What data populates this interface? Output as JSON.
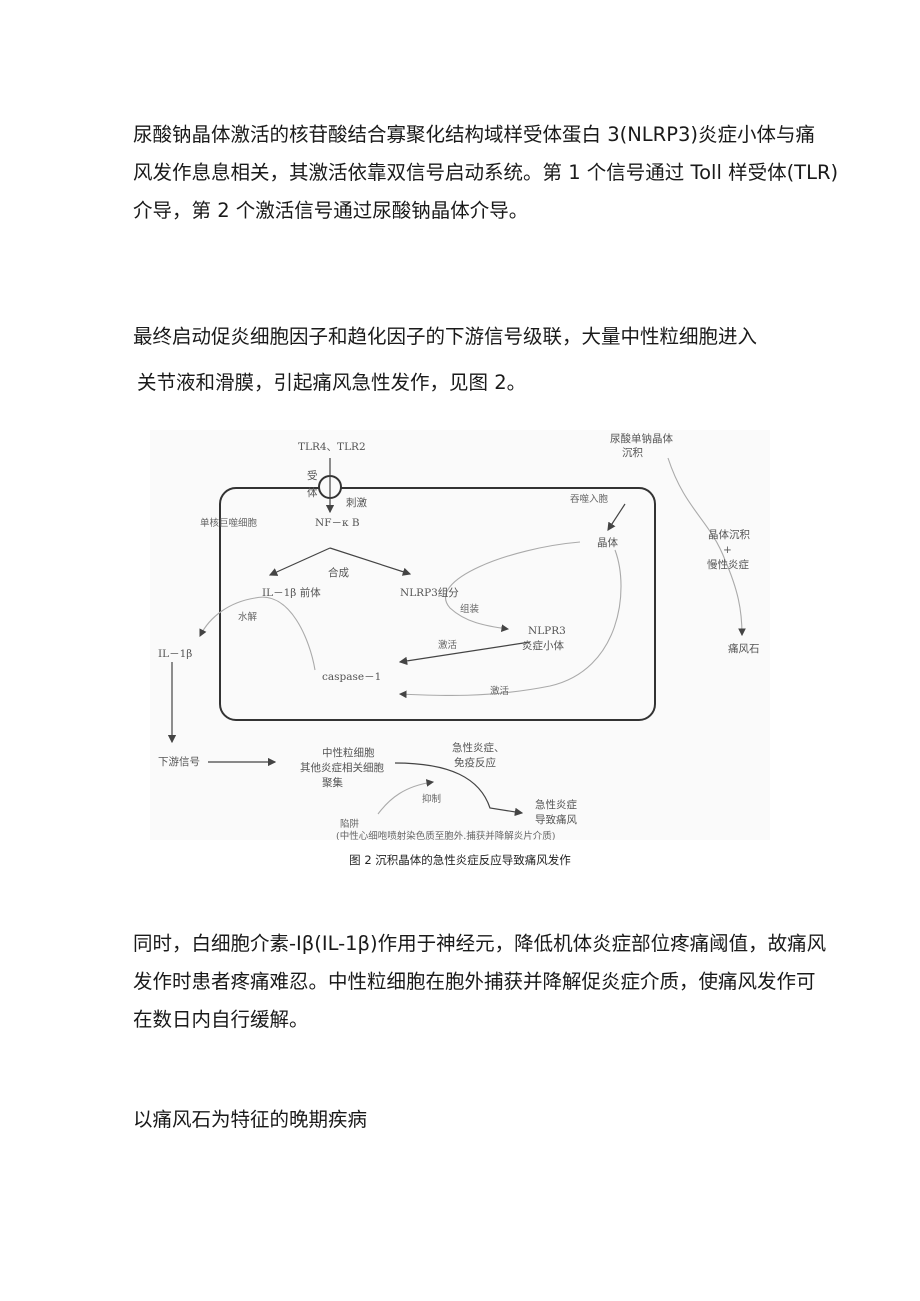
{
  "paragraph1": {
    "lines": [
      "尿酸钠晶体激活的核苷酸结合寡聚化结构域样受体蛋白 3(NLRP3)炎症小体与痛",
      "风发作息息相关，其激活依靠双信号启动系统。第 1 个信号通过 Toll 样受体(TLR)",
      "介导，第 2 个激活信号通过尿酸钠晶体介导。"
    ]
  },
  "paragraph2": {
    "lines": [
      "最终启动促炎细胞因子和趋化因子的下游信号级联，大量中性粒细胞进入",
      "关节液和滑膜，引起痛风急性发作，见图 2。"
    ]
  },
  "figure": {
    "labels": {
      "tlr": "TLR4、TLR2",
      "receptor_1": "受",
      "receptor_2": "体",
      "stimulate": "刺激",
      "nfkb": "NF－κ B",
      "monocyte": "单核巨噬细胞",
      "phagocytose": "吞噬入胞",
      "crystal": "晶体",
      "synth": "合成",
      "il1b_pre": "IL－1β 前体",
      "nlrp3_comp": "NLRP3组分",
      "assemble": "组装",
      "hydrolysis": "水解",
      "il1b": "IL－1β",
      "activate1": "激活",
      "nlrp3_1": "NLPR3",
      "nlrp3_2": "炎症小体",
      "caspase": "caspase－1",
      "activate2": "激活",
      "msu_1": "尿酸单钠晶体",
      "msu_2": "沉积",
      "dep_1": "晶体沉积",
      "dep_plus": "+",
      "dep_2": "慢性炎症",
      "tophus": "痛风石",
      "downstream": "下游信号",
      "neutro_1": "中性粒细胞",
      "neutro_2": "其他炎症相关细胞",
      "neutro_3": "聚集",
      "acute_1": "急性炎症、",
      "acute_2": "免疫反应",
      "inhibit": "抑制",
      "gout_1": "急性炎症",
      "gout_2": "导致痛风",
      "trap": "陷阱",
      "note": "(中性心细咆喷射染色质至胞外.捕获并降解炎片介质)"
    },
    "caption": "图 2 沉积晶体的急性炎症反应导致痛风发作"
  },
  "paragraph3": {
    "lines": [
      "同时，白细胞介素-Iβ(IL-1β)作用于神经元，降低机体炎症部位疼痛阈值，故痛风",
      "发作时患者疼痛难忍。中性粒细胞在胞外捕获并降解促炎症介质，使痛风发作可",
      "在数日内自行缓解。"
    ]
  },
  "paragraph4": {
    "lines": [
      "以痛风石为特征的晚期疾病"
    ]
  }
}
